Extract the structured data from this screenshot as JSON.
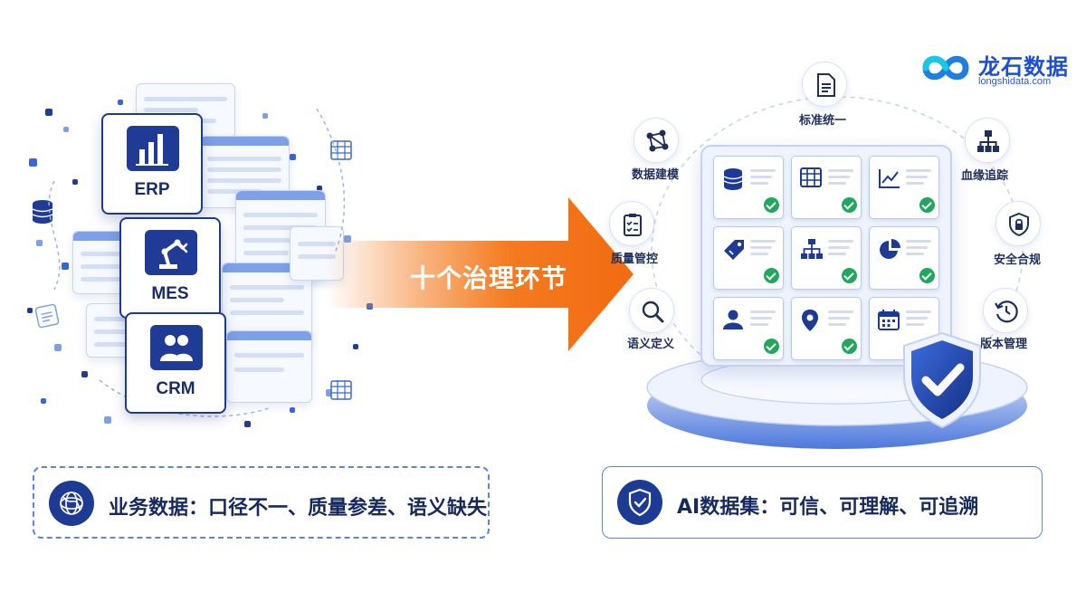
{
  "logo": {
    "name": "龙石数据",
    "url": "longshidata.com"
  },
  "left": {
    "systems": [
      {
        "label": "ERP",
        "icon": "bar-chart-icon"
      },
      {
        "label": "MES",
        "icon": "robot-arm-icon"
      },
      {
        "label": "CRM",
        "icon": "users-icon"
      }
    ],
    "summary": "业务数据：口径不一、质量参差、语义缺失",
    "summary_icon": "tangled-knot-icon"
  },
  "arrow": {
    "label": "十个治理环节",
    "color": "#f47a1f"
  },
  "right": {
    "nodes": [
      {
        "label": "标准统一",
        "icon": "document-icon"
      },
      {
        "label": "血缘追踪",
        "icon": "hierarchy-icon"
      },
      {
        "label": "安全合规",
        "icon": "shield-lock-icon"
      },
      {
        "label": "版本管理",
        "icon": "history-clock-icon"
      },
      {
        "label": "语义定义",
        "icon": "magnifier-icon"
      },
      {
        "label": "质量管控",
        "icon": "clipboard-check-icon"
      },
      {
        "label": "数据建模",
        "icon": "network-nodes-icon"
      }
    ],
    "tiles": [
      {
        "icon": "database-icon"
      },
      {
        "icon": "table-icon"
      },
      {
        "icon": "line-chart-icon"
      },
      {
        "icon": "tag-icon"
      },
      {
        "icon": "org-chart-icon"
      },
      {
        "icon": "pie-chart-icon"
      },
      {
        "icon": "person-icon"
      },
      {
        "icon": "location-pin-icon"
      },
      {
        "icon": "calendar-icon"
      }
    ],
    "summary": "AI数据集：可信、可理解、可追溯",
    "summary_icon": "shield-check-icon"
  },
  "colors": {
    "navy": "#1d3a94",
    "accent_blue": "#2a5ad8",
    "orange": "#f47a1f",
    "green_check": "#21a85c"
  }
}
